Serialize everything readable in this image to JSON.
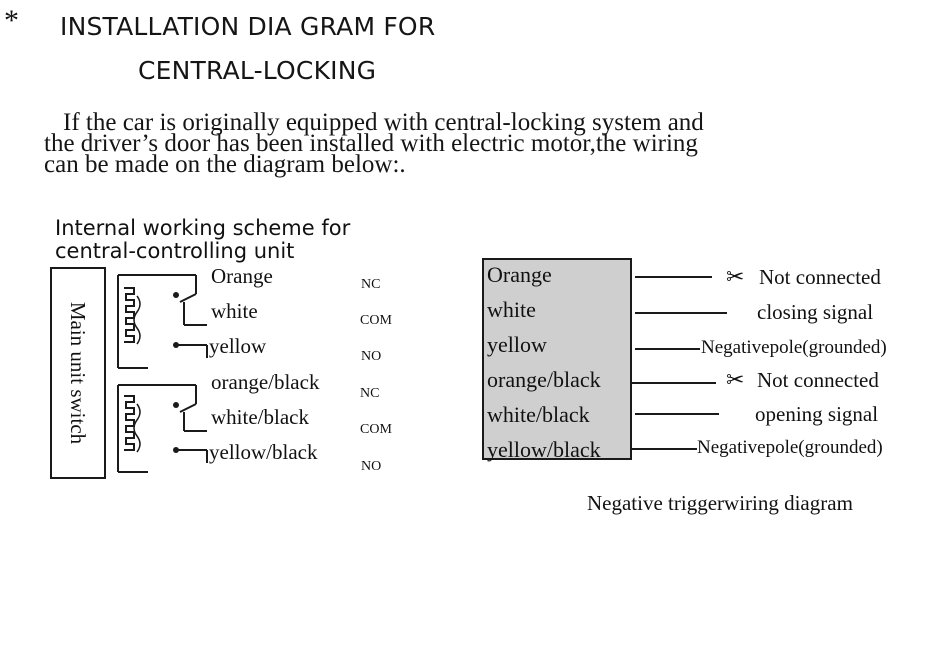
{
  "header": {
    "star": "*",
    "title_line1": "INSTALLATION DIA GRAM FOR",
    "title_line2": "CENTRAL-LOCKING"
  },
  "intro": [
    "If the car is originally equipped with central-locking system and",
    "the driver’s door has been installed with electric motor,the wiring",
    "can be made on the diagram below:."
  ],
  "internal_scheme": {
    "title_line1": "Internal working scheme for",
    "title_line2": "central-controlling unit",
    "switch_label": "Main unit switch",
    "relays": [
      {
        "wires": [
          "Orange",
          "white",
          "yellow"
        ],
        "pins": [
          "NC",
          "COM",
          "NO"
        ]
      },
      {
        "wires": [
          "orange/black",
          "white/black",
          "yellow/black"
        ],
        "pins": [
          "NC",
          "COM",
          "NO"
        ]
      }
    ]
  },
  "trigger_diagram": {
    "box_labels": [
      "Orange",
      "white",
      "yellow",
      "orange/black",
      "white/black",
      "yellow/black"
    ],
    "right_labels": [
      "Not connected",
      "closing signal",
      "Negativepole(grounded)",
      "Not connected",
      "opening signal",
      "Negativepole(grounded)"
    ],
    "caption": "Negative triggerwiring diagram"
  }
}
